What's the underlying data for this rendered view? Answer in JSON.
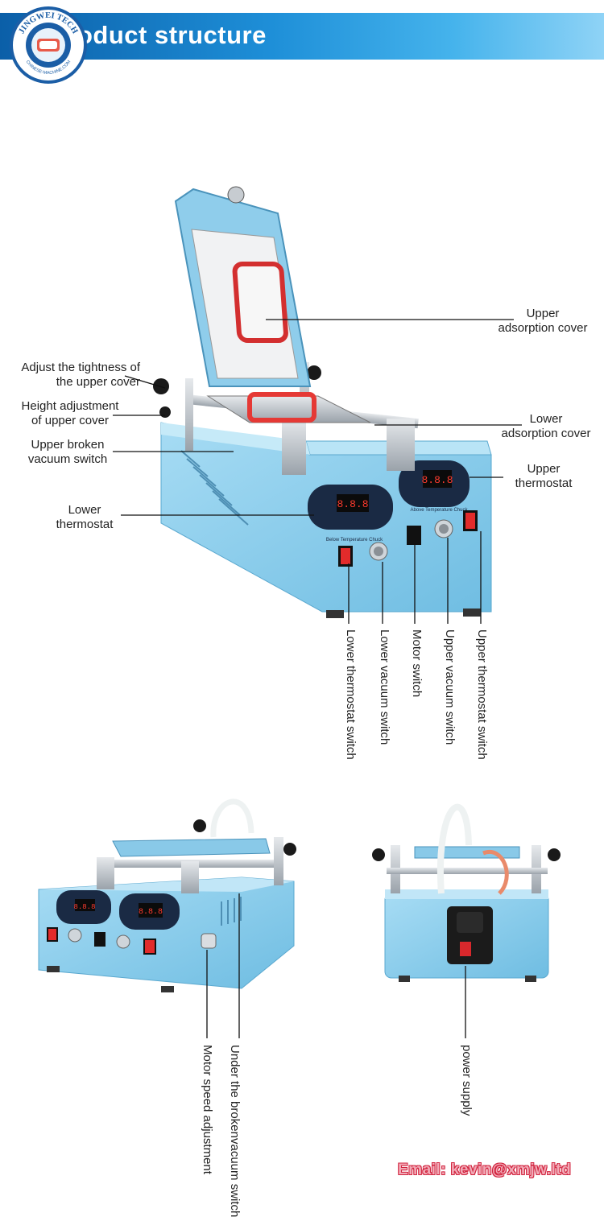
{
  "header": {
    "title": "oduct structure",
    "logo_text_top": "JINGWEI TECH",
    "logo_text_bottom": "CHINESE-MACHINE.COM"
  },
  "callouts": {
    "upper_adsorption_cover": [
      "Upper",
      "adsorption cover"
    ],
    "adjust_tightness": [
      "Adjust the tightness of",
      "the upper cover"
    ],
    "height_adjustment": [
      "Height adjustment",
      "of upper cover"
    ],
    "lower_adsorption_cover": [
      "Lower",
      "adsorption cover"
    ],
    "upper_broken_vacuum": [
      "Upper broken",
      "vacuum switch"
    ],
    "upper_thermostat": [
      "Upper",
      "thermostat"
    ],
    "lower_thermostat": [
      "Lower",
      "thermostat"
    ],
    "lower_thermostat_switch": "Lower thermostat switch",
    "lower_vacuum_switch": "Lower vacuum switch",
    "motor_switch": "Motor switch",
    "upper_vacuum_switch": "Upper vacuum switch",
    "upper_thermostat_switch": "Upper thermostat switch",
    "motor_speed_adjustment": "Motor speed adjustment",
    "under_broken_vacuum": [
      "Under the broken",
      "vacuum switch"
    ],
    "power_supply": "power supply"
  },
  "panel": {
    "display_value": "8.8.8",
    "below_chuck": "Below Temperature Chuck",
    "above_chuck": "Above Temperature Chuck"
  },
  "footer": {
    "email": "Email: kevin@xmjw.ltd"
  },
  "colors": {
    "machine_body": "#8ccfee",
    "banner": "#1e8fd8",
    "switch_red": "#d8282c"
  }
}
